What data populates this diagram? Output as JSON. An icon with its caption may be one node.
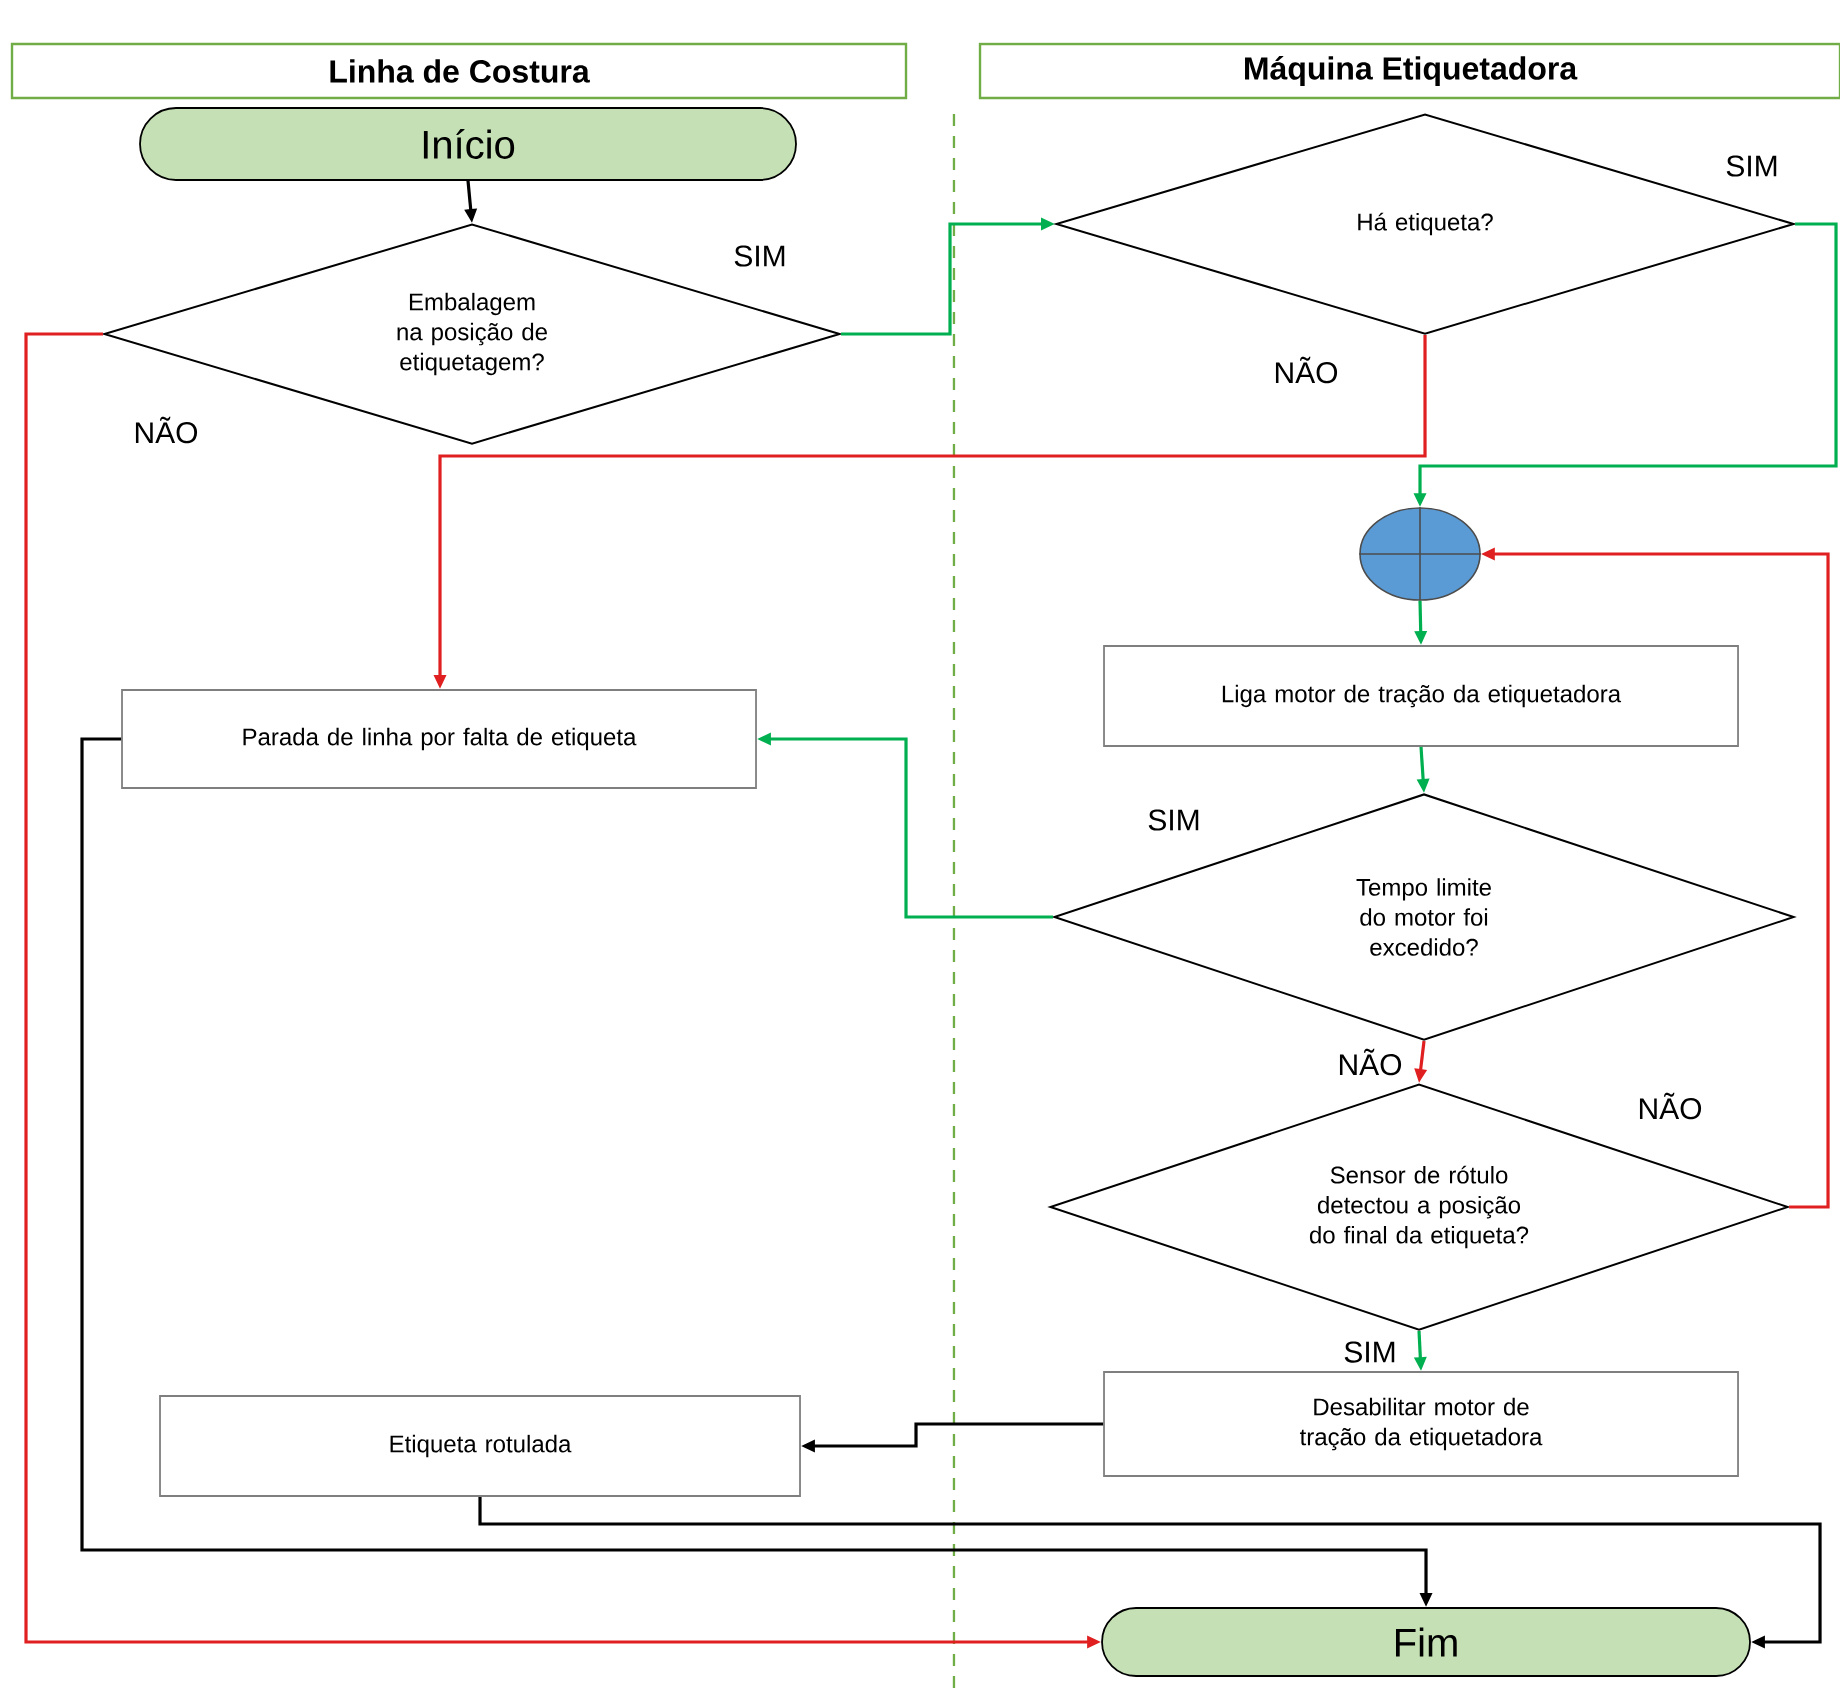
{
  "diagram": {
    "nodes": [
      {
        "text": [
          "Linha de Costura"
        ]
      },
      {
        "text": [
          "Máquina Etiquetadora"
        ]
      },
      {
        "text": [
          "Início"
        ]
      },
      {
        "text": [
          "Embalagem na posição de etiquetagem?"
        ]
      },
      {
        "text": [
          "Há etiqueta?"
        ]
      },
      {
        "text": [],
        "shape": "circle"
      },
      {
        "text": [
          "Liga motor de tração da etiquetadora"
        ]
      },
      {
        "text": [
          "Parada de linha por falta de etiqueta"
        ]
      },
      {
        "text": [
          "Tempo limite do motor foi excedido?"
        ]
      },
      {
        "text": [
          "Sensor de rótulo detectou a posição do final da etiqueta?"
        ]
      },
      {
        "text": [
          "Desabilitar motor de tração da etiquetadora"
        ]
      },
      {
        "text": [
          "Etiqueta rotulada"
        ]
      },
      {
        "text": [
          "Fim"
        ]
      }
    ],
    "edges": [
      {
        "from": 2,
        "to": 3,
        "arrow": "to",
        "color": "#000000"
      },
      {
        "from": 3,
        "to": 4,
        "arrow": "to",
        "label": "SIM"
      },
      {
        "from": 3,
        "to": 12,
        "arrow": "to",
        "label": "NÃO",
        "color": "#e02020"
      },
      {
        "from": 4,
        "to": 7,
        "arrow": "to",
        "label": "NÃO",
        "color": "#e02020"
      },
      {
        "from": 4,
        "to": 5,
        "arrow": "to",
        "label": "SIM"
      },
      {
        "from": 5,
        "to": 6,
        "arrow": "to"
      },
      {
        "from": 6,
        "to": 8,
        "arrow": "to"
      },
      {
        "from": 8,
        "to": 7,
        "arrow": "to",
        "label": "SIM"
      },
      {
        "from": 8,
        "to": 9,
        "arrow": "to",
        "label": "NÃO",
        "color": "#e02020"
      },
      {
        "from": 9,
        "to": 5,
        "arrow": "to",
        "label": "NÃO",
        "color": "#e02020"
      },
      {
        "from": 9,
        "to": 10,
        "arrow": "to",
        "label": "SIM"
      },
      {
        "from": 10,
        "to": 11,
        "arrow": "to",
        "color": "#000000"
      },
      {
        "from": 7,
        "to": 12,
        "arrow": "to",
        "color": "#000000"
      },
      {
        "from": 11,
        "to": 12,
        "arrow": "to",
        "color": "#000000"
      }
    ]
  }
}
